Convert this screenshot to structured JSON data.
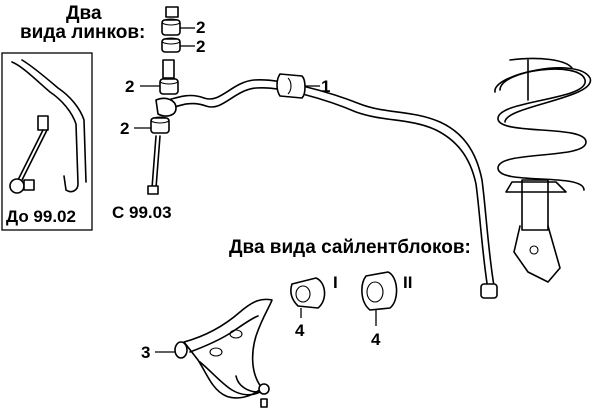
{
  "title_links_line1": "Два",
  "title_links_line2": "вида линков:",
  "title_bushings": "Два вида сайлентблоков:",
  "label_before": "До 99.02",
  "label_after": "С 99.03",
  "callouts": {
    "c1": "2",
    "c2": "2",
    "c3": "2",
    "c4": "2",
    "c5": "1",
    "c6": "3",
    "c7": "4",
    "c8": "4"
  },
  "bushing_type_1": "I",
  "bushing_type_2": "II",
  "icons": [
    "stabilizer-bar-icon",
    "bushing-icon",
    "link-icon",
    "coil-spring-strut-icon",
    "control-arm-icon"
  ],
  "colors": {
    "line": "#000000",
    "background": "#ffffff"
  }
}
